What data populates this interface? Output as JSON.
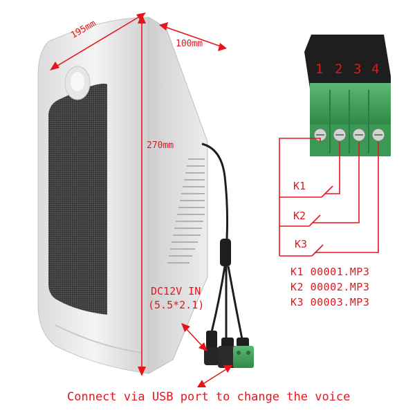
{
  "dimensions": {
    "width": "195mm",
    "depth": "100mm",
    "height": "270mm"
  },
  "terminal_pins": [
    "1",
    "2",
    "3",
    "4"
  ],
  "switches": [
    "K1",
    "K2",
    "K3"
  ],
  "mapping": [
    {
      "key": "K1",
      "file": "00001.MP3"
    },
    {
      "key": "K2",
      "file": "00002.MP3"
    },
    {
      "key": "K3",
      "file": "00003.MP3"
    }
  ],
  "power": {
    "label": "DC12V IN",
    "spec": "(5.5*2.1)"
  },
  "footer_note": "Connect via USB port to change the voice",
  "colors": {
    "annotation": "#e8141c",
    "terminal_green": "#3fa05a",
    "plug_black": "#1e1e1e",
    "speaker_body": "#ececec"
  }
}
